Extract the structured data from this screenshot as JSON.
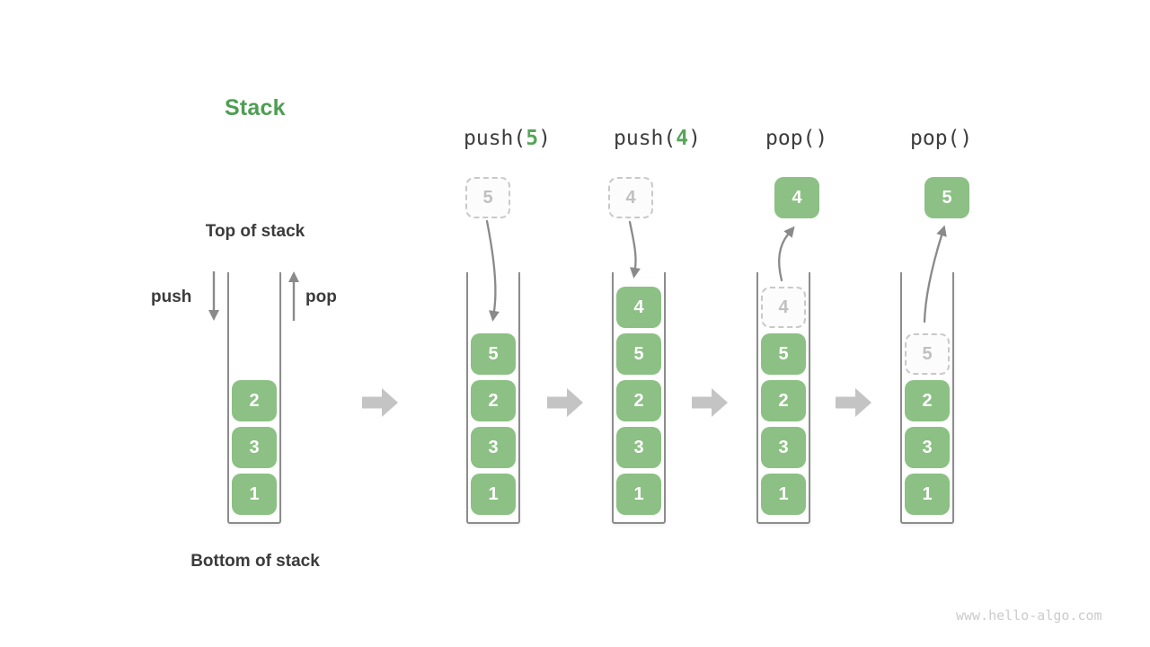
{
  "title": {
    "text": "Stack"
  },
  "legend": {
    "top_label": "Top of stack",
    "bottom_label": "Bottom of stack",
    "push_label": "push",
    "pop_label": "pop"
  },
  "operations": [
    {
      "pre": "push(",
      "arg": "5",
      "post": ")"
    },
    {
      "pre": "push(",
      "arg": "4",
      "post": ")"
    },
    {
      "pre": "pop(",
      "arg": "",
      "post": ")"
    },
    {
      "pre": "pop(",
      "arg": "",
      "post": ")"
    }
  ],
  "floating_boxes": [
    {
      "column": 2,
      "value": "5",
      "style": "dashed",
      "meaning": "element being pushed"
    },
    {
      "column": 3,
      "value": "4",
      "style": "dashed",
      "meaning": "element being pushed"
    },
    {
      "column": 4,
      "value": "4",
      "style": "solid",
      "meaning": "element popped out"
    },
    {
      "column": 5,
      "value": "5",
      "style": "solid",
      "meaning": "element popped out"
    }
  ],
  "stacks": [
    {
      "name": "initial",
      "items": [
        {
          "value": "2"
        },
        {
          "value": "3"
        },
        {
          "value": "1"
        }
      ]
    },
    {
      "name": "after-push5",
      "items": [
        {
          "value": "5"
        },
        {
          "value": "2"
        },
        {
          "value": "3"
        },
        {
          "value": "1"
        }
      ]
    },
    {
      "name": "after-push4",
      "items": [
        {
          "value": "4"
        },
        {
          "value": "5"
        },
        {
          "value": "2"
        },
        {
          "value": "3"
        },
        {
          "value": "1"
        }
      ]
    },
    {
      "name": "during-pop4",
      "items": [
        {
          "value": "4",
          "style": "dashed"
        },
        {
          "value": "5"
        },
        {
          "value": "2"
        },
        {
          "value": "3"
        },
        {
          "value": "1"
        }
      ]
    },
    {
      "name": "during-pop5",
      "items": [
        {
          "value": "5",
          "style": "dashed"
        },
        {
          "value": "2"
        },
        {
          "value": "3"
        },
        {
          "value": "1"
        }
      ]
    }
  ],
  "watermark": {
    "text": "www.hello-algo.com"
  },
  "colors": {
    "accent_green": "#4e9e52",
    "arg_green": "#57a558",
    "box_green": "#8cc084",
    "box_text": "#ffffff",
    "dashed_border": "#c9c9c9",
    "dashed_text": "#c0c0c0",
    "dark_text": "#3b3b3b",
    "container_border": "#8c8c8c",
    "thin_arrow": "#8a8a8a",
    "block_arrow": "#c4c4c4",
    "watermark_text": "#cbcbcb"
  }
}
